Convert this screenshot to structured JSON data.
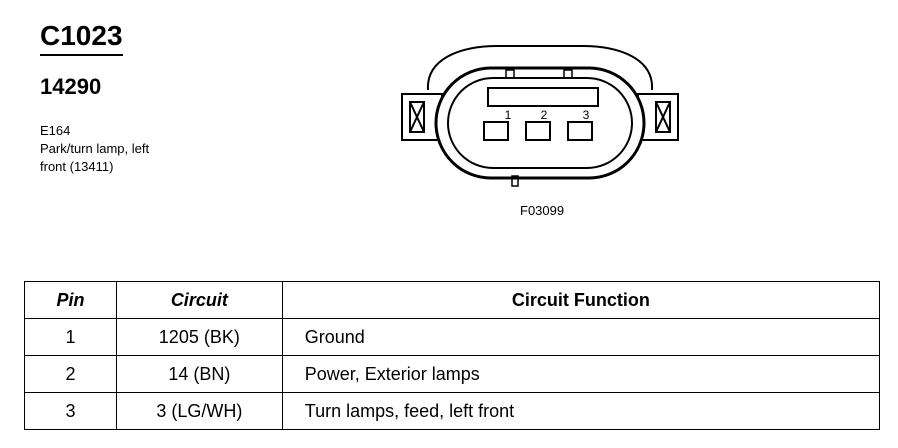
{
  "connector": {
    "id": "C1023",
    "part_number": "14290",
    "code": "E164",
    "description_lines": [
      "Park/turn lamp, left",
      "front (13411)"
    ],
    "figure_code": "F03099",
    "pin_labels": [
      "1",
      "2",
      "3"
    ]
  },
  "table": {
    "headers": [
      "Pin",
      "Circuit",
      "Circuit Function"
    ],
    "rows": [
      {
        "pin": "1",
        "circuit": "1205 (BK)",
        "function": "Ground"
      },
      {
        "pin": "2",
        "circuit": "14 (BN)",
        "function": "Power, Exterior lamps"
      },
      {
        "pin": "3",
        "circuit": "3 (LG/WH)",
        "function": "Turn lamps, feed, left front"
      }
    ]
  }
}
